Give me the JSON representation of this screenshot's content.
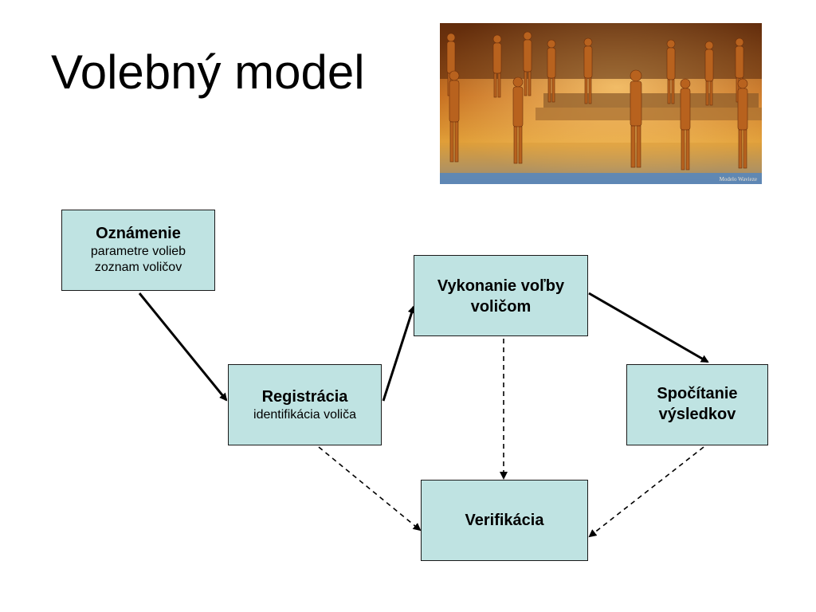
{
  "slide": {
    "title": "Volebný model",
    "photo_caption": "Modelo Wavieze"
  },
  "boxes": {
    "oznamenie": {
      "title": "Oznámenie",
      "lines": [
        "parametre volieb",
        "zoznam voličov"
      ]
    },
    "registracia": {
      "title": "Registrácia",
      "lines": [
        "identifikácia voliča"
      ]
    },
    "vykonanie": {
      "title_lines": [
        "Vykonanie voľby",
        "voličom"
      ]
    },
    "spocitanie": {
      "title_lines": [
        "Spočítanie",
        "výsledkov"
      ]
    },
    "verifikacia": {
      "title": "Verifikácia"
    }
  },
  "colors": {
    "box_fill": "#bfe3e2",
    "box_border": "#1a1a1a",
    "arrow": "#000000"
  }
}
